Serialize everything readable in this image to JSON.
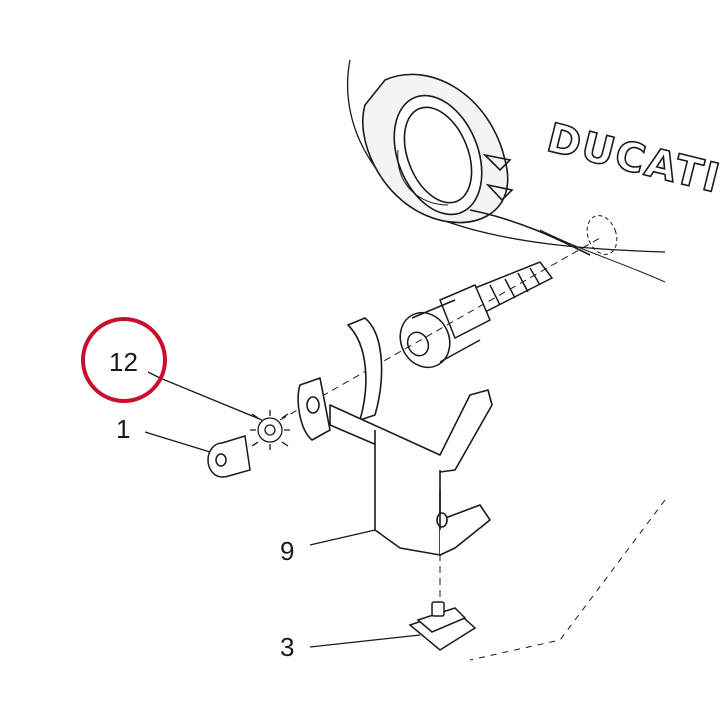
{
  "diagram": {
    "brand_text": "DUCATI",
    "highlight_color": "#c8102e",
    "line_color": "#1a1a1a",
    "callouts": [
      {
        "id": "12",
        "label": "12",
        "highlighted": true
      },
      {
        "id": "1",
        "label": "1",
        "highlighted": false
      },
      {
        "id": "9",
        "label": "9",
        "highlighted": false
      },
      {
        "id": "3",
        "label": "3",
        "highlighted": false
      }
    ]
  }
}
